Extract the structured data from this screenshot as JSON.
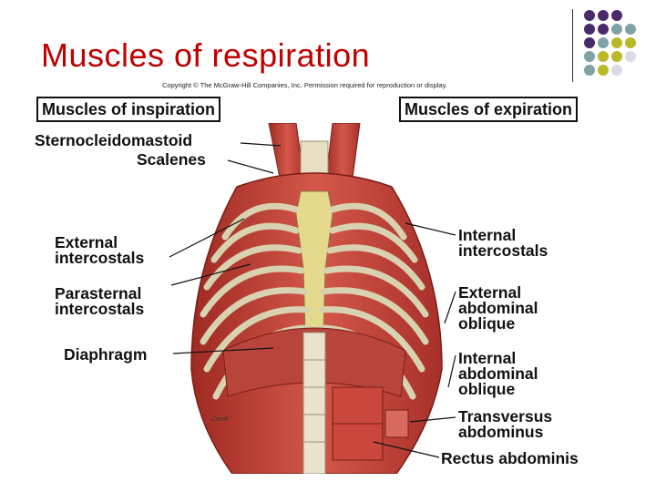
{
  "slide": {
    "title": "Muscles of respiration",
    "copyright": "Copyright © The McGraw-Hill Companies, Inc. Permission required for reproduction or display.",
    "artist_signature": "Creek"
  },
  "headers": {
    "inspiration": "Muscles of inspiration",
    "expiration": "Muscles of expiration"
  },
  "labels": {
    "sternocleidomastoid": "Sternocleidomastoid",
    "scalenes": "Scalenes",
    "external_intercostals": "External\nintercostals",
    "parasternal_intercostals": "Parasternal\nintercostals",
    "diaphragm": "Diaphragm",
    "internal_intercostals": "Internal\nintercostals",
    "external_abdominal_oblique": "External\nabdominal\noblique",
    "internal_abdominal_oblique": "Internal\nabdominal\noblique",
    "transversus_abdominus": "Transversus\nabdominus",
    "rectus_abdominis": "Rectus abdominis"
  },
  "colors": {
    "title": "#c00000",
    "muscle": "#c0392b",
    "rib": "#d8d2b0",
    "dot_purple": "#4b2a6b",
    "dot_teal": "#7fa3a3",
    "dot_olive": "#b9b92a",
    "dot_light": "#d9dbe6"
  },
  "decor": {
    "dot_rows": [
      [
        "purple",
        "purple",
        "purple",
        "empty"
      ],
      [
        "purple",
        "purple",
        "teal",
        "teal"
      ],
      [
        "purple",
        "teal",
        "olive",
        "olive"
      ],
      [
        "teal",
        "olive",
        "olive",
        "light"
      ],
      [
        "teal",
        "olive",
        "light",
        "empty"
      ]
    ]
  }
}
